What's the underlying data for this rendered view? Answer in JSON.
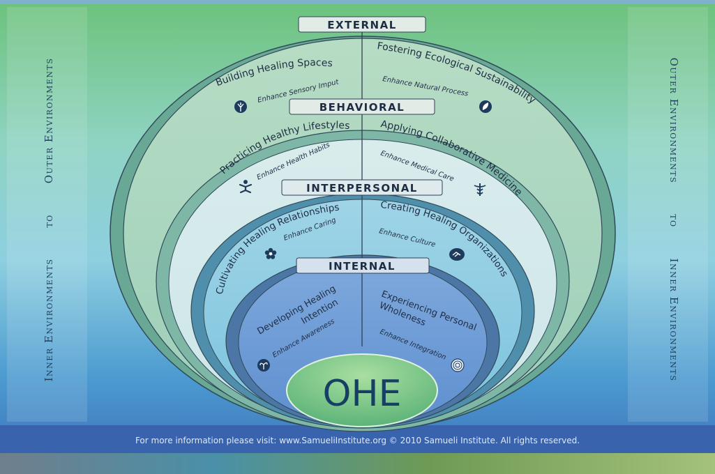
{
  "side_labels": {
    "left": [
      "Inner Environments",
      "to",
      "Outer Environments"
    ],
    "right": [
      "Outer Environments",
      "to",
      "Inner Environments"
    ]
  },
  "layers": {
    "external": {
      "title": "EXTERNAL",
      "left_heading": "Building Healing Spaces",
      "left_sub": "Enhance Sensory Imput",
      "right_heading": "Fostering Ecological Sustainability",
      "right_sub": "Enhance Natural Process"
    },
    "behavioral": {
      "title": "BEHAVIORAL",
      "left_heading": "Practicing Healthy Lifestyles",
      "left_sub": "Enhance Health Habits",
      "right_heading": "Applying Collaborative Medicine",
      "right_sub": "Enhance Medical Care"
    },
    "interpersonal": {
      "title": "INTERPERSONAL",
      "left_heading": "Cultivating Healing Relationships",
      "left_sub": "Enhance Caring",
      "right_heading": "Creating Healing Organizations",
      "right_sub": "Enhance Culture"
    },
    "internal": {
      "title": "INTERNAL",
      "left_heading_1": "Developing Healing",
      "left_heading_2": "Intention",
      "left_sub": "Enhance Awareness",
      "right_heading_1": "Experiencing Personal",
      "right_heading_2": "Wholeness",
      "right_sub": "Enhance Integration"
    }
  },
  "center_label": "OHE",
  "footer": "For more information please visit: www.SamueliInstitute.org © 2010 Samueli Institute. All rights reserved.",
  "icons": [
    "tree-icon",
    "leaf-icon",
    "meditation-figure-icon",
    "caduceus-icon",
    "flower-icon",
    "handshake-icon",
    "seedling-icon",
    "spiral-icon"
  ],
  "colors": {
    "external_ring": "#7fb8a0",
    "behavioral_ring": "#93c7c2",
    "interpersonal_ring": "#5aa4c6",
    "internal_ring": "#5a84bd",
    "center": "#4ea86f",
    "title_band": "#dde8e4",
    "text_dark": "#1f3350"
  }
}
